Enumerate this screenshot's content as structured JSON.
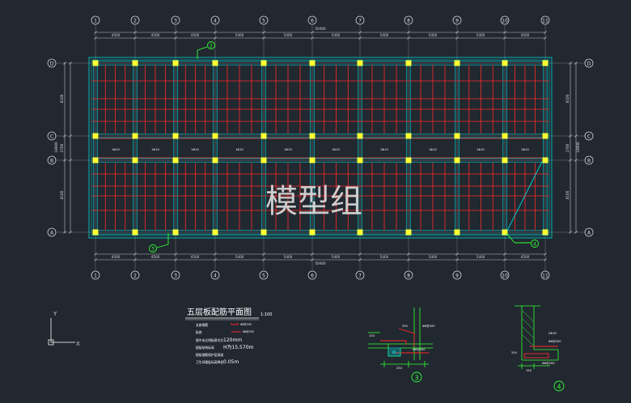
{
  "axes": {
    "numbers": [
      "1",
      "2",
      "3",
      "4",
      "5",
      "6",
      "7",
      "8",
      "9",
      "10",
      "11"
    ],
    "letters": [
      "A",
      "B",
      "C",
      "D"
    ]
  },
  "dimensions": {
    "top": [
      "4500",
      "4500",
      "4500",
      "5400",
      "5400",
      "5400",
      "5400",
      "5400",
      "5400",
      "4500"
    ],
    "top_total": "50400",
    "bottom": [
      "4500",
      "4500",
      "4500",
      "5400",
      "5400",
      "5400",
      "5400",
      "5400",
      "5400",
      "4500"
    ],
    "bottom_total": "50400",
    "left": [
      "8100",
      "2700",
      "8100"
    ],
    "left_total": "18900",
    "right": [
      "8100",
      "2700",
      "8100"
    ],
    "right_total": "18900"
  },
  "watermark": "模型组",
  "plan": {
    "title": "五层板配筋平面图",
    "scale": "1:100",
    "corridor_tag": "1Φ10",
    "legend_items": [
      {
        "label": "支座钢筋",
        "symbol": "Φ8@200"
      },
      {
        "label": "板底",
        "symbol": "Φ8@200"
      }
    ],
    "notes": [
      {
        "label": "图中未注明板厚均为",
        "value": "120mm"
      },
      {
        "label": "楼板结构标高",
        "value": "H为15.570m"
      },
      {
        "label": "楼板钢筋保护层厚度",
        "value": ""
      },
      {
        "label": "卫生间楼板标高降低",
        "value": "0.05m"
      }
    ]
  },
  "section_markers": [
    {
      "id": "2",
      "label": "2"
    },
    {
      "id": "3",
      "label": "3"
    },
    {
      "id": "4",
      "label": "4"
    }
  ],
  "details": {
    "detail3": {
      "label": "3",
      "texts": [
        "250",
        "Φ8@200",
        "120",
        "Φ8@200",
        "250"
      ]
    },
    "detail4": {
      "label": "4",
      "texts": [
        "2Φ16",
        "Φ8@200",
        "250",
        "150",
        "Φ8@200"
      ]
    }
  },
  "colors": {
    "background": "#212830",
    "beam": "#00d8d8",
    "column": "#ffff33",
    "rebar": "#ff2a2a",
    "axis_line": "#c8c8c8",
    "dimension": "#c8c8c8",
    "marker": "#33ff33",
    "text": "#ffffff"
  }
}
